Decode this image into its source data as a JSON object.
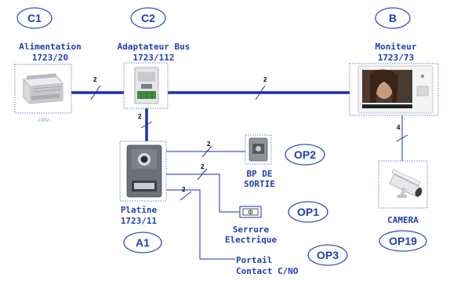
{
  "tags": {
    "c1": "C1",
    "c2": "C2",
    "b": "B",
    "op2": "OP2",
    "op1": "OP1",
    "a1": "A1",
    "op3": "OP3",
    "op19": "OP19"
  },
  "devices": {
    "alimentation": {
      "name": "Alimentation",
      "ref": "1723/20",
      "voltage": "230V~"
    },
    "adaptateur": {
      "name": "Adaptateur Bus",
      "ref": "1723/112"
    },
    "moniteur": {
      "name": "Moniteur",
      "ref": "1723/73"
    },
    "platine": {
      "name": "Platine",
      "ref": "1723/11"
    },
    "bp": {
      "line1": "BP DE",
      "line2": "SORTIE"
    },
    "serrure": {
      "line1": "Serrure",
      "line2": "Electrique"
    },
    "portail": {
      "line1": "Portail",
      "line2": "Contact C/NO"
    },
    "camera": {
      "name": "CAMERA"
    }
  },
  "wire_counts": {
    "alim_to_adapt": "2",
    "adapt_to_monitor": "2",
    "adapt_to_platine": "2",
    "platine_to_bp": "2",
    "platine_to_serrure": "2",
    "platine_to_portail": "2",
    "monitor_to_camera": "4"
  },
  "colors": {
    "accent": "#1f3fb3",
    "bus": "#1c2fb0"
  }
}
